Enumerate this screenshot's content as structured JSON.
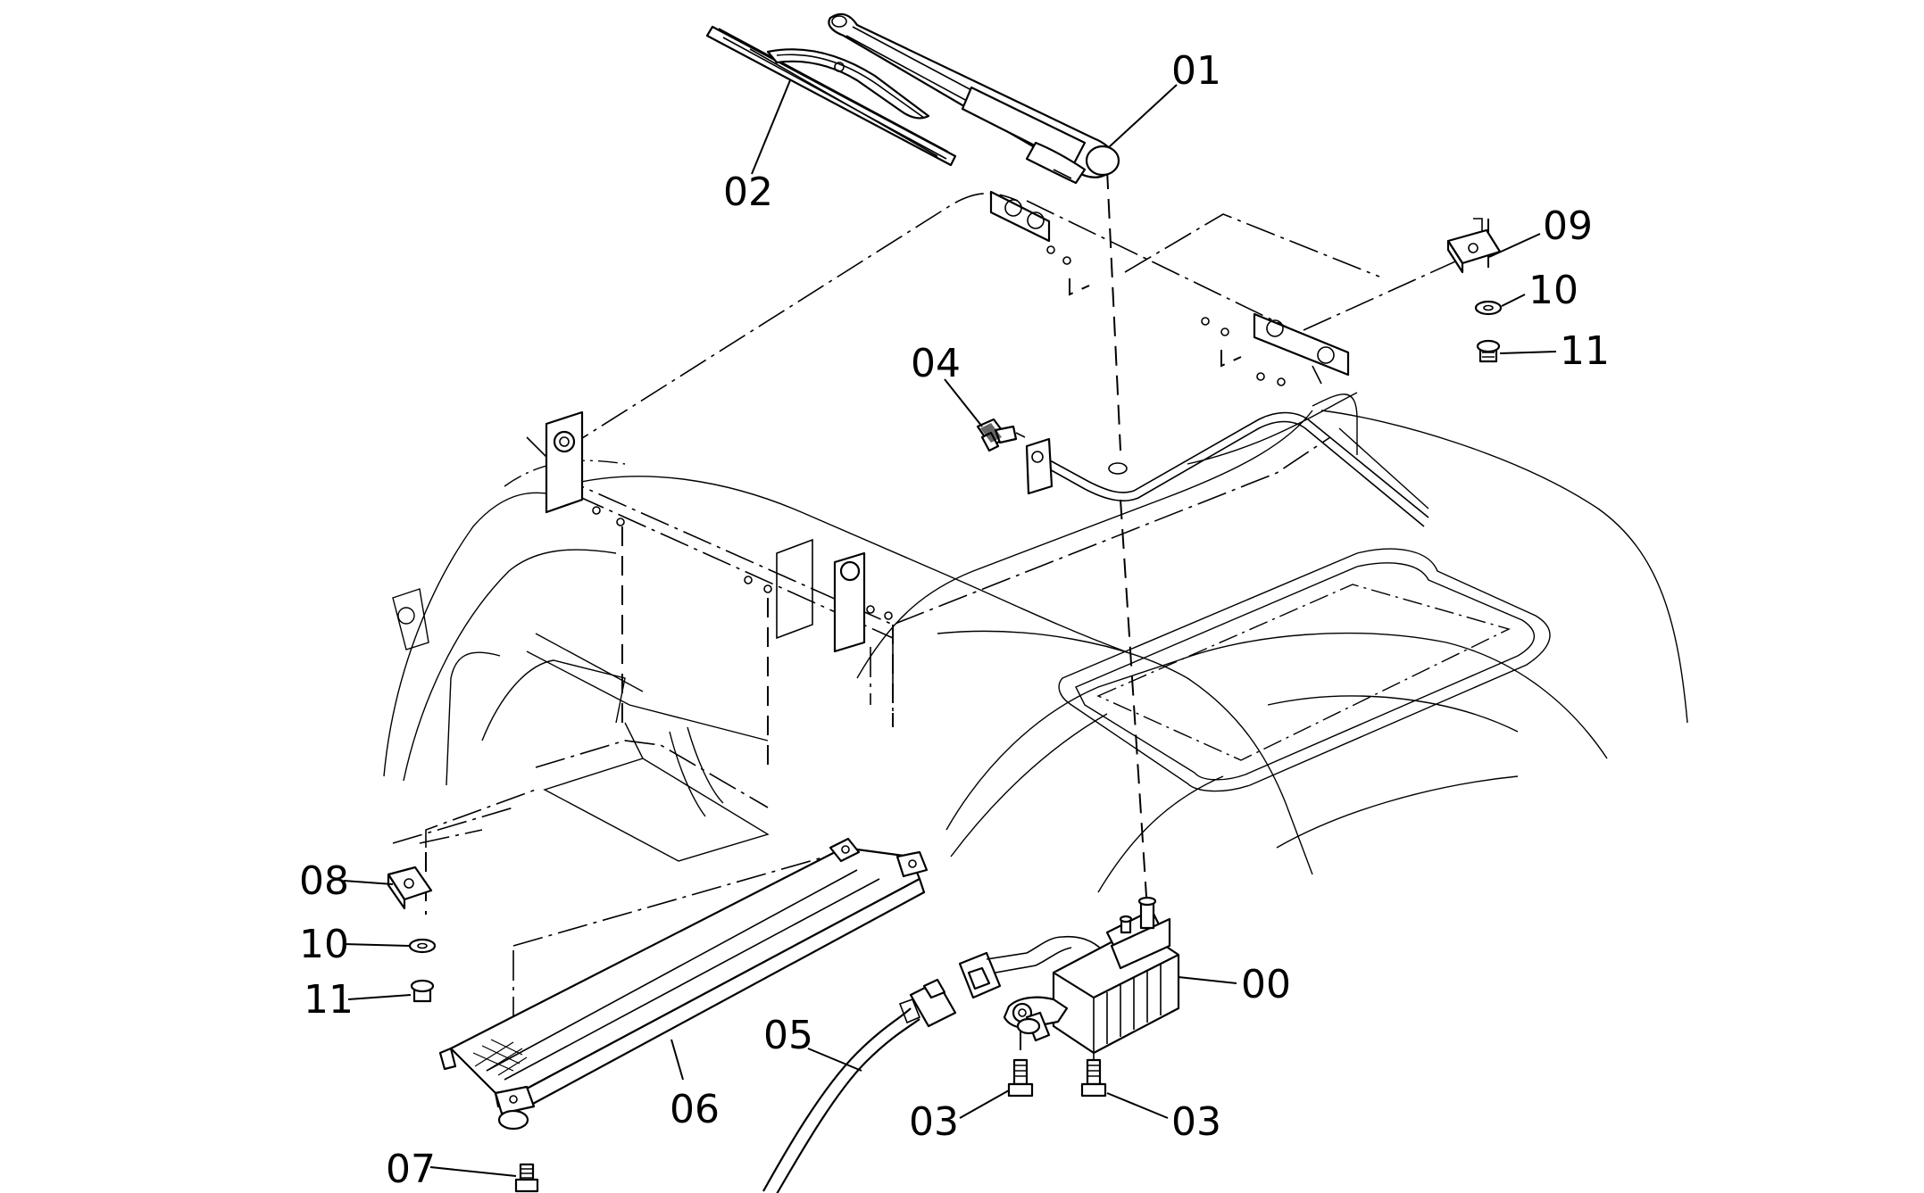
{
  "diagram": {
    "callouts": [
      {
        "id": "01",
        "text": "01"
      },
      {
        "id": "02",
        "text": "02"
      },
      {
        "id": "09",
        "text": "09"
      },
      {
        "id": "10a",
        "text": "10"
      },
      {
        "id": "11a",
        "text": "11"
      },
      {
        "id": "04",
        "text": "04"
      },
      {
        "id": "08",
        "text": "08"
      },
      {
        "id": "10b",
        "text": "10"
      },
      {
        "id": "11b",
        "text": "11"
      },
      {
        "id": "05",
        "text": "05"
      },
      {
        "id": "06",
        "text": "06"
      },
      {
        "id": "00",
        "text": "00"
      },
      {
        "id": "03a",
        "text": "03"
      },
      {
        "id": "03b",
        "text": "03"
      },
      {
        "id": "07",
        "text": "07"
      }
    ]
  }
}
